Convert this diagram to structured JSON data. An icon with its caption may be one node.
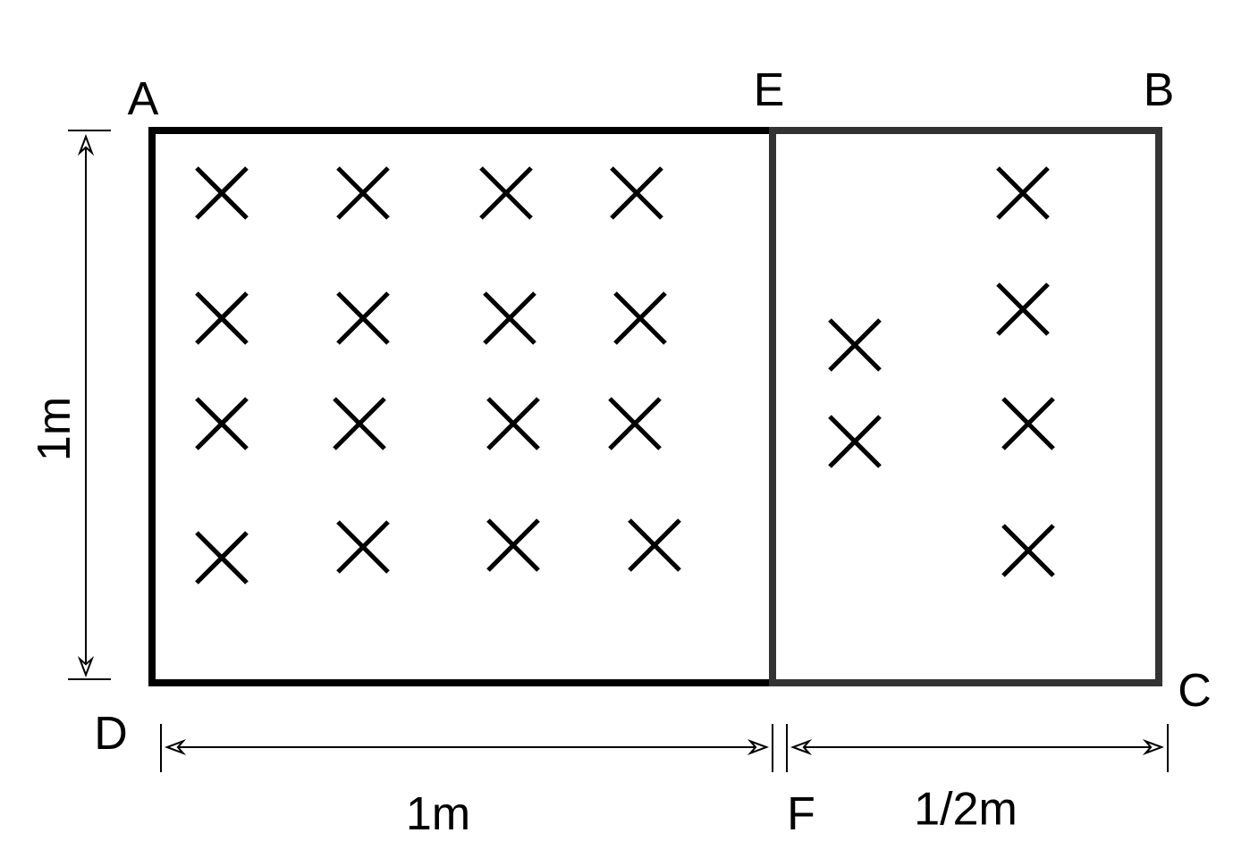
{
  "diagram": {
    "labels": [
      "A",
      "E",
      "B",
      "1m",
      "D",
      "C",
      "1m",
      "F",
      "1/2m"
    ]
  }
}
